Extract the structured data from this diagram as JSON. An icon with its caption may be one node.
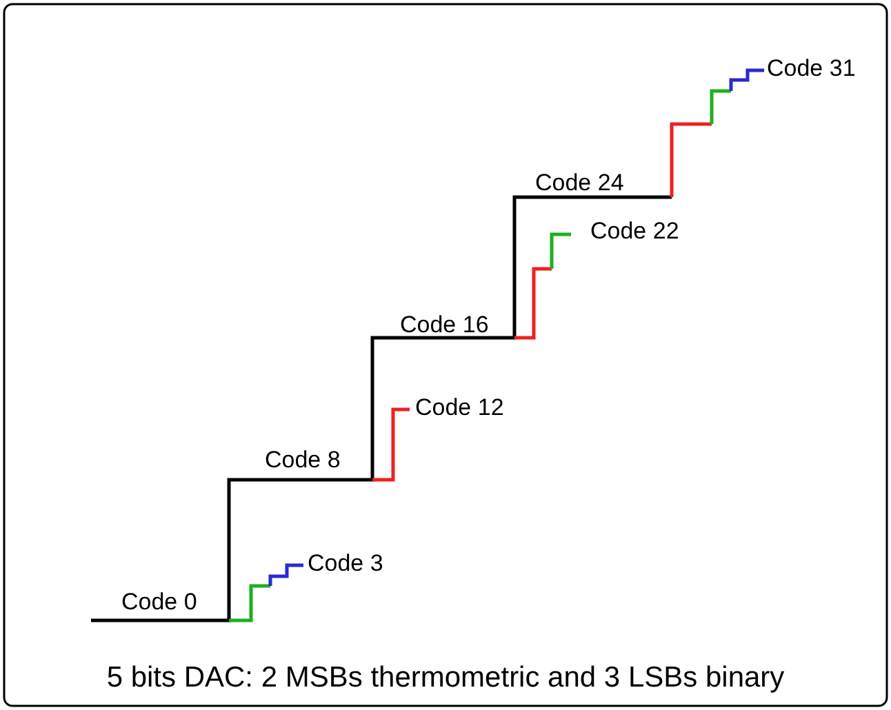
{
  "diagram": {
    "caption": "5 bits DAC: 2 MSBs thermometric and 3 LSBs binary",
    "labels": [
      "Code 31",
      "Code 24",
      "Code 22",
      "Code 16",
      "Code 12",
      "Code 8",
      "Code 3",
      "Code 0"
    ]
  }
}
